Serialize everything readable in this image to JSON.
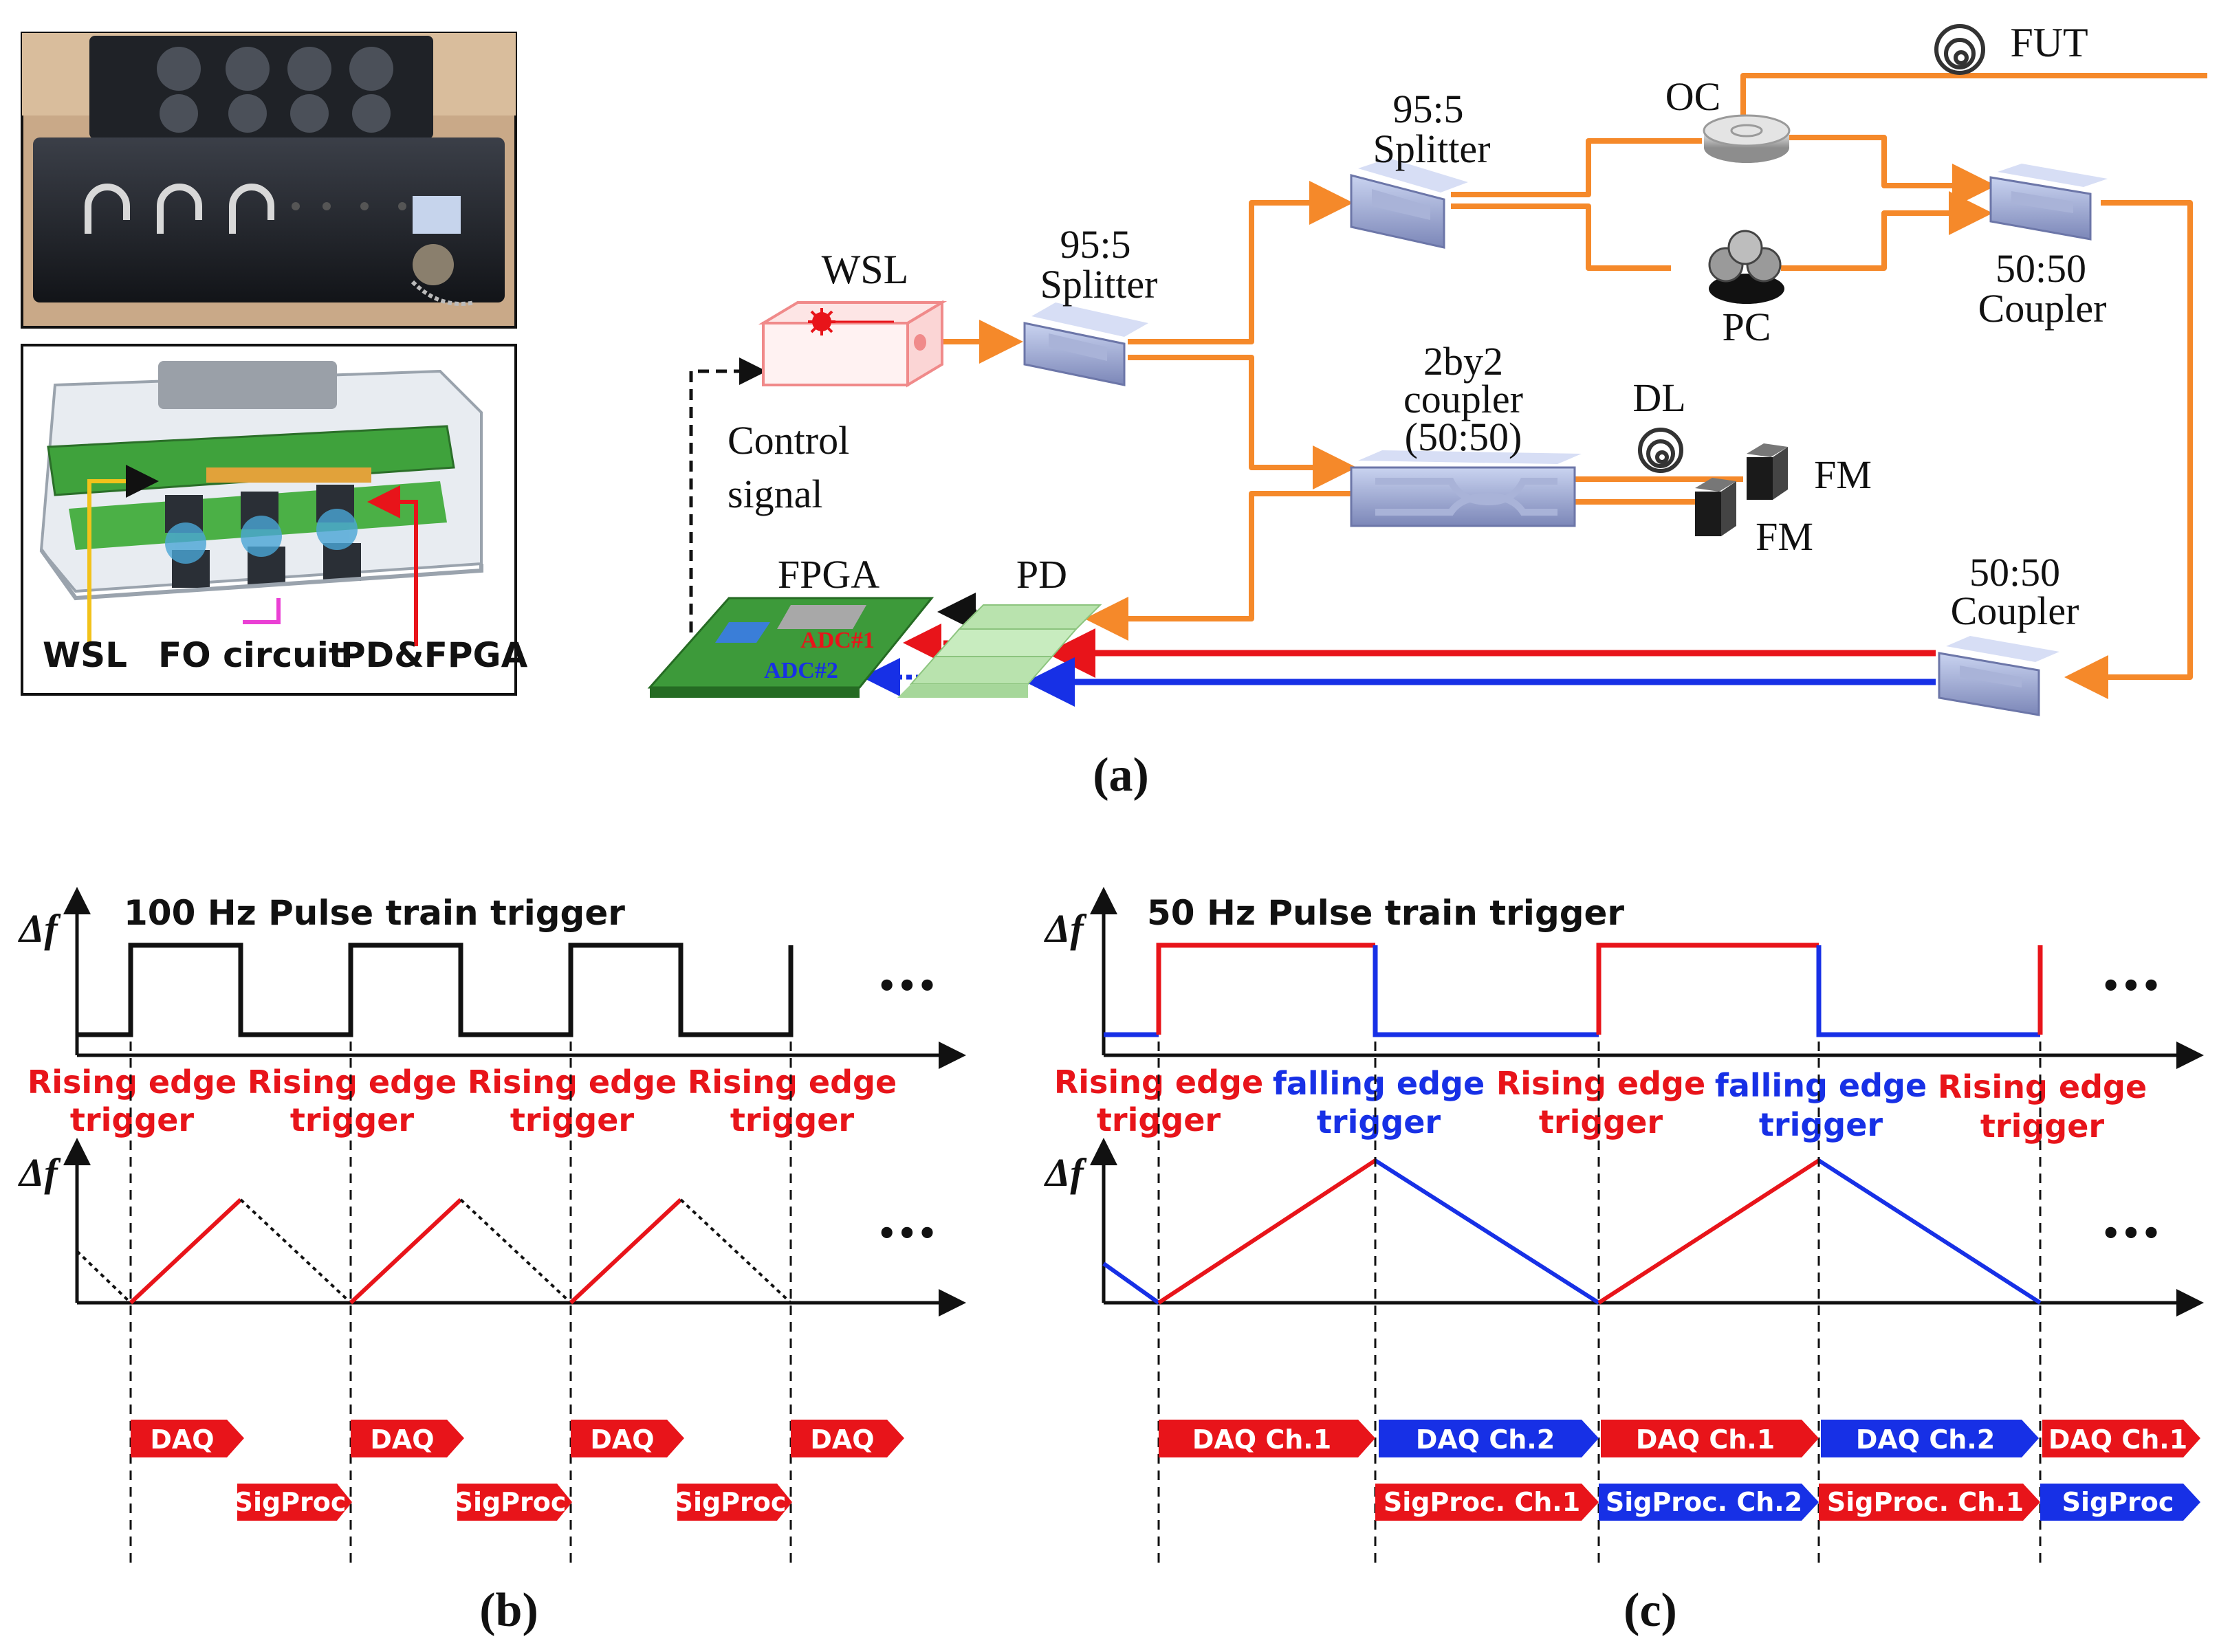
{
  "panel_a": {
    "photo_labels": [
      "WSL",
      "FO circuit",
      "PD&FPGA"
    ],
    "components": {
      "wsl": "WSL",
      "splitter1": [
        "95:5",
        "Splitter"
      ],
      "splitter2": [
        "95:5",
        "Splitter"
      ],
      "oc": "OC",
      "fut": "FUT",
      "pc": "PC",
      "coupler_top": [
        "50:50",
        "Coupler"
      ],
      "coupler_mid": [
        "2by2",
        "coupler",
        "(50:50)"
      ],
      "dl": "DL",
      "fm1": "FM",
      "fm2": "FM",
      "coupler_bottom": [
        "50:50",
        "Coupler"
      ],
      "control": [
        "Control",
        "signal"
      ],
      "fpga": "FPGA",
      "pd": "PD",
      "adc1": "ADC#1",
      "adc2": "ADC#2"
    },
    "caption": "(a)"
  },
  "panel_b": {
    "title": "100 Hz Pulse train trigger",
    "axis_symbol": "Δf",
    "triggers": [
      [
        "Rising edge",
        "trigger"
      ],
      [
        "Rising edge",
        "trigger"
      ],
      [
        "Rising edge",
        "trigger"
      ],
      [
        "Rising edge",
        "trigger"
      ]
    ],
    "ellipsis": "•••",
    "daq": [
      "DAQ",
      "DAQ",
      "DAQ",
      "DAQ"
    ],
    "sigproc": [
      "SigProc",
      "SigProc",
      "SigProc"
    ],
    "caption": "(b)"
  },
  "panel_c": {
    "title": "50 Hz Pulse train trigger",
    "axis_symbol": "Δf",
    "triggers": [
      [
        "Rising edge",
        "trigger"
      ],
      [
        "falling edge",
        "trigger"
      ],
      [
        "Rising edge",
        "trigger"
      ],
      [
        "falling edge",
        "trigger"
      ],
      [
        "Rising edge",
        "trigger"
      ]
    ],
    "ellipsis": "•••",
    "daq": [
      "DAQ Ch.1",
      "DAQ Ch.2",
      "DAQ Ch.1",
      "DAQ Ch.2",
      "DAQ Ch.1"
    ],
    "sigproc": [
      "SigProc. Ch.1",
      "SigProc. Ch.2",
      "SigProc. Ch.1",
      "SigProc"
    ],
    "caption": "(c)"
  },
  "colors": {
    "fiber": "#f5892a",
    "red": "#e8141a",
    "blue": "#1730e6",
    "pcb": "#3d9a3a"
  }
}
